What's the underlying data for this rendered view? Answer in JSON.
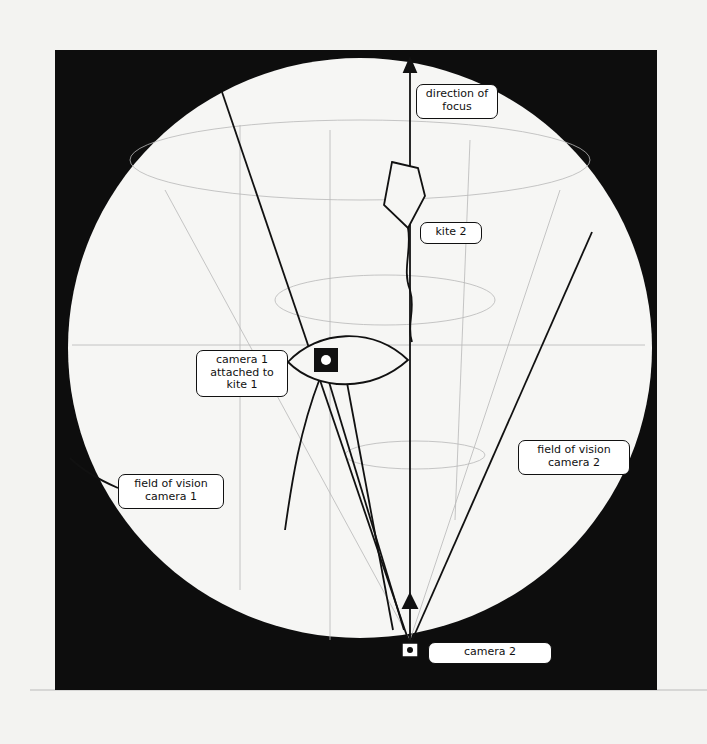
{
  "diagram": {
    "nodes": [
      {
        "text": [
          "direction of focus"
        ]
      },
      {
        "text": [
          "kite 2"
        ]
      },
      {
        "text": [
          "camera 1 attached to kite 1"
        ]
      },
      {
        "text": [
          "field of vision camera 1"
        ]
      },
      {
        "text": [
          "field of vision camera 2"
        ]
      },
      {
        "text": [
          "camera 2"
        ]
      }
    ]
  }
}
